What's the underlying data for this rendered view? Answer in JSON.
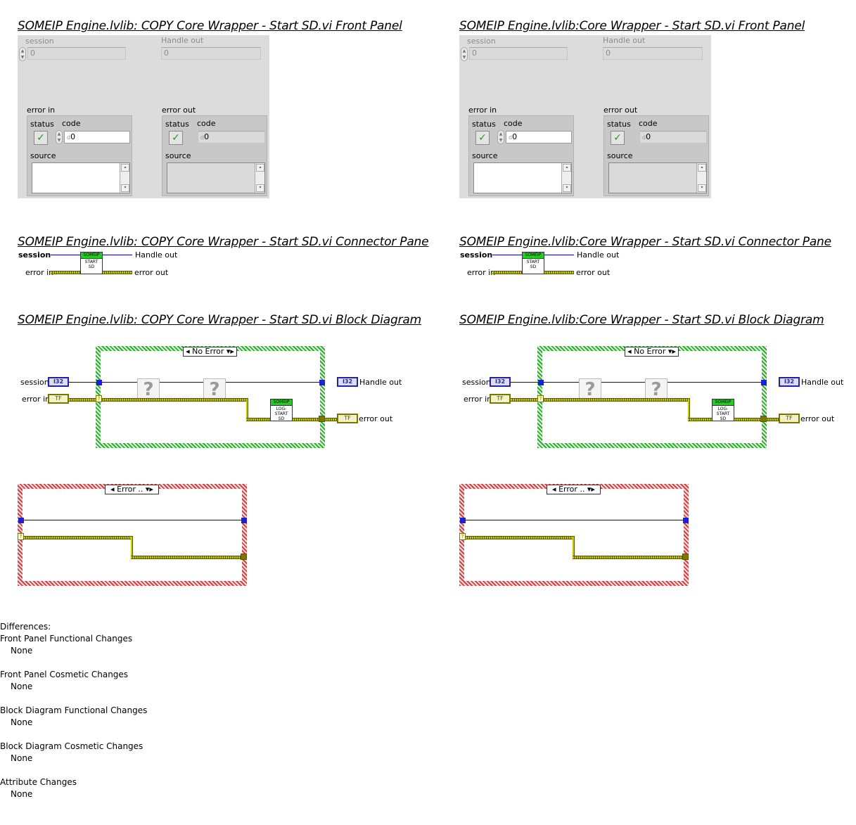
{
  "panels": [
    {
      "front_panel_title": "SOMEIP Engine.lvlib:  COPY  Core Wrapper - Start SD.vi Front Panel",
      "connector_pane_title": "SOMEIP Engine.lvlib:  COPY  Core Wrapper - Start SD.vi Connector Pane",
      "block_diagram_title": "SOMEIP Engine.lvlib:  COPY  Core Wrapper - Start SD.vi Block Diagram"
    },
    {
      "front_panel_title": "SOMEIP Engine.lvlib:Core Wrapper - Start SD.vi Front Panel",
      "connector_pane_title": "SOMEIP Engine.lvlib:Core Wrapper - Start SD.vi Connector Pane",
      "block_diagram_title": "SOMEIP Engine.lvlib:Core Wrapper - Start SD.vi Block Diagram"
    }
  ],
  "front_panel": {
    "session_label": "session",
    "session_value": "0",
    "handle_out_label": "Handle out",
    "handle_out_value": "0",
    "error_in_label": "error in",
    "error_out_label": "error out",
    "status_label": "status",
    "code_label": "code",
    "code_value": "0",
    "source_label": "source",
    "status_check": "✓",
    "radix": "d"
  },
  "connector_pane": {
    "session": "session",
    "handle_out": "Handle out",
    "error_in": "error in",
    "error_out": "error out",
    "icon_header": "SOMEIP",
    "icon_text_1": "START",
    "icon_text_2": "SD"
  },
  "block_diagram": {
    "case_no_error": "No Error",
    "case_error": "Error ..",
    "session": "session",
    "error_in": "error in",
    "handle_out": "Handle out",
    "error_out": "error out",
    "i32": "I32",
    "err_term": "TF",
    "unknown": "?",
    "subvi_header": "SOMEIP",
    "subvi_1": "LOG-",
    "subvi_2": "START",
    "subvi_3": "SD",
    "selector_left": "◂",
    "selector_right": "▸",
    "selector_drop": "▾"
  },
  "differences": {
    "heading": "Differences:",
    "sections": [
      {
        "title": "Front Panel Functional Changes",
        "value": "None"
      },
      {
        "title": "Front Panel Cosmetic Changes",
        "value": "None"
      },
      {
        "title": "Block Diagram Functional Changes",
        "value": "None"
      },
      {
        "title": "Block Diagram Cosmetic Changes",
        "value": "None"
      },
      {
        "title": "Attribute Changes",
        "value": "None"
      }
    ]
  },
  "colors": {
    "panel_bg": "#dcdcdc",
    "wire_numeric": "#0000cc",
    "wire_error": "#c8c800",
    "case_no_error_border": "#33aa33",
    "case_error_border": "#cc4444"
  }
}
